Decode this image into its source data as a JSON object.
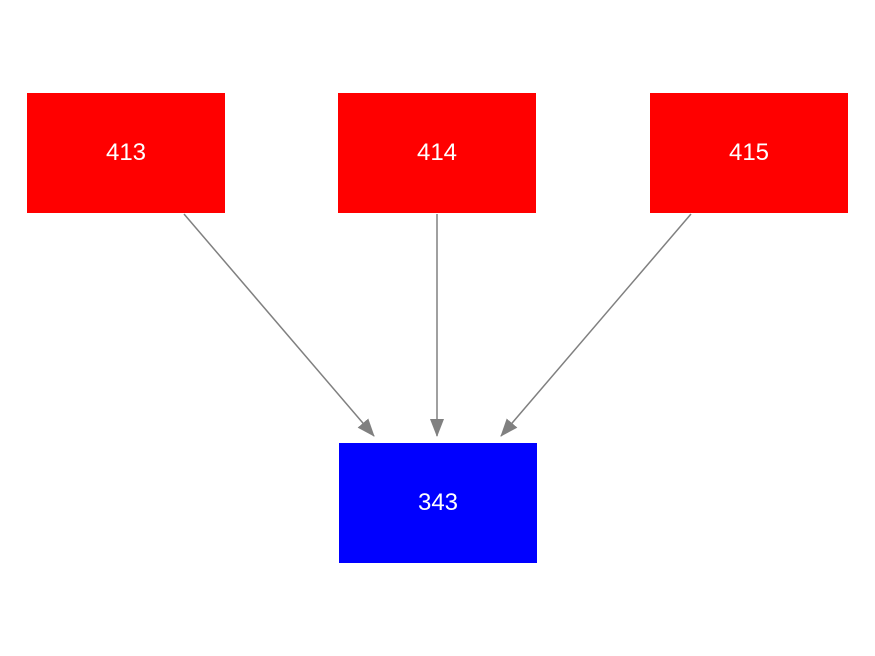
{
  "diagram": {
    "nodes": [
      {
        "id": "413",
        "label": "413",
        "role": "source",
        "color": "#ff0000"
      },
      {
        "id": "414",
        "label": "414",
        "role": "source",
        "color": "#ff0000"
      },
      {
        "id": "415",
        "label": "415",
        "role": "source",
        "color": "#ff0000"
      },
      {
        "id": "343",
        "label": "343",
        "role": "target",
        "color": "#0000ff"
      }
    ],
    "edges": [
      {
        "from": "413",
        "to": "343"
      },
      {
        "from": "414",
        "to": "343"
      },
      {
        "from": "415",
        "to": "343"
      }
    ],
    "colors": {
      "source_node": "#ff0000",
      "target_node": "#0000ff",
      "arrow": "#808080",
      "node_text": "#ffffff",
      "background": "#ffffff"
    }
  }
}
